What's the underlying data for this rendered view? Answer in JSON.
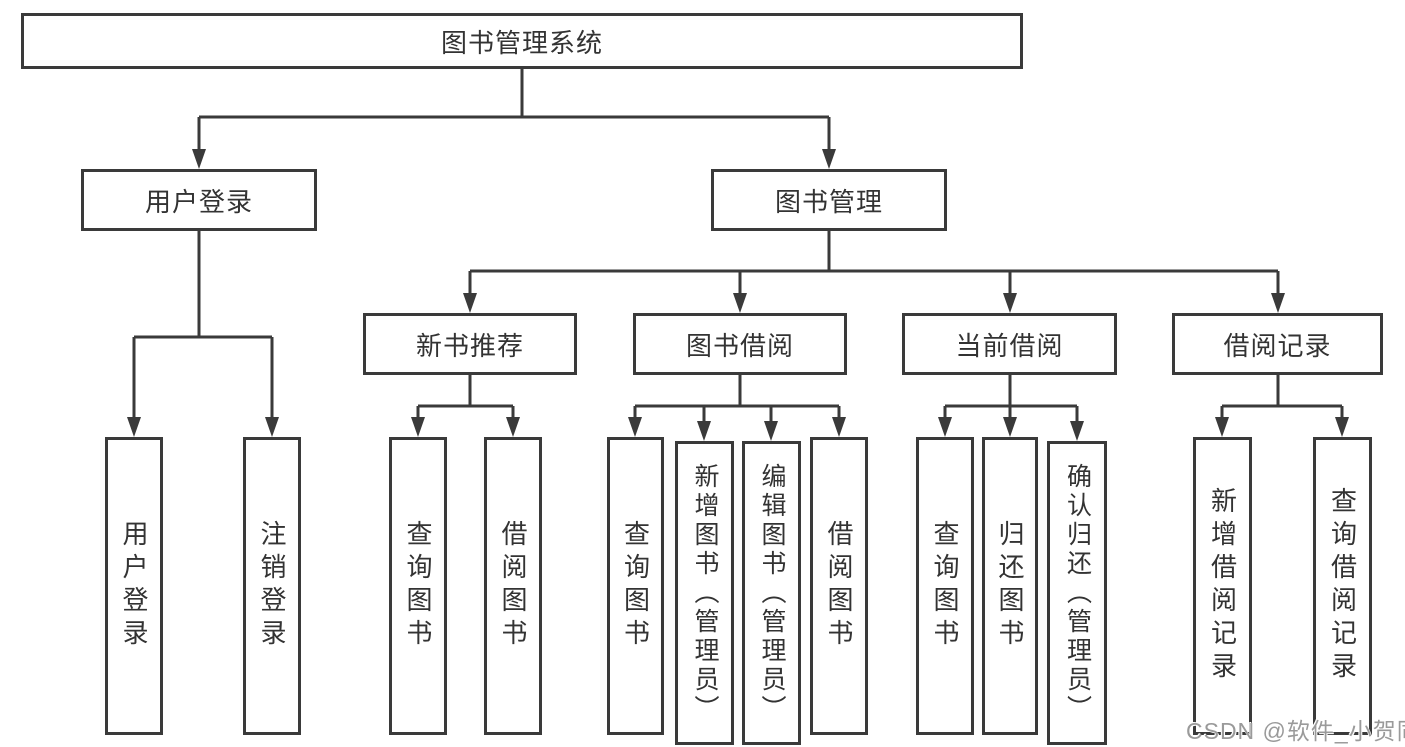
{
  "watermark": "CSDN @软件_小贺同学",
  "colors": {
    "line": "#3a3a3a",
    "text": "#333333",
    "background": "#ffffff",
    "watermark": "#9a9a9a"
  },
  "nodes": {
    "root": "图书管理系统",
    "user_login": "用户登录",
    "book_management": "图书管理",
    "new_book_recommend": "新书推荐",
    "book_borrowing": "图书借阅",
    "current_borrowing": "当前借阅",
    "borrowing_records": "借阅记录",
    "user_login_op": "用户登录",
    "logout_op": "注销登录",
    "query_books_1": "查询图书",
    "borrow_books_1": "借阅图书",
    "query_books_2": "查询图书",
    "add_books_admin": "新增图书（管理员）",
    "edit_books_admin": "编辑图书（管理员）",
    "borrow_books_2": "借阅图书",
    "query_books_3": "查询图书",
    "return_books": "归还图书",
    "confirm_return_admin": "确认归还（管理员）",
    "add_borrow_record": "新增借阅记录",
    "query_borrow_record": "查询借阅记录"
  },
  "hierarchy": {
    "id": "root",
    "children": [
      {
        "id": "user_login",
        "children": [
          {
            "id": "user_login_op"
          },
          {
            "id": "logout_op"
          }
        ]
      },
      {
        "id": "book_management",
        "children": [
          {
            "id": "new_book_recommend",
            "children": [
              {
                "id": "query_books_1"
              },
              {
                "id": "borrow_books_1"
              }
            ]
          },
          {
            "id": "book_borrowing",
            "children": [
              {
                "id": "query_books_2"
              },
              {
                "id": "add_books_admin"
              },
              {
                "id": "edit_books_admin"
              },
              {
                "id": "borrow_books_2"
              }
            ]
          },
          {
            "id": "current_borrowing",
            "children": [
              {
                "id": "query_books_3"
              },
              {
                "id": "return_books"
              },
              {
                "id": "confirm_return_admin"
              }
            ]
          },
          {
            "id": "borrowing_records",
            "children": [
              {
                "id": "add_borrow_record"
              },
              {
                "id": "query_borrow_record"
              }
            ]
          }
        ]
      }
    ]
  }
}
